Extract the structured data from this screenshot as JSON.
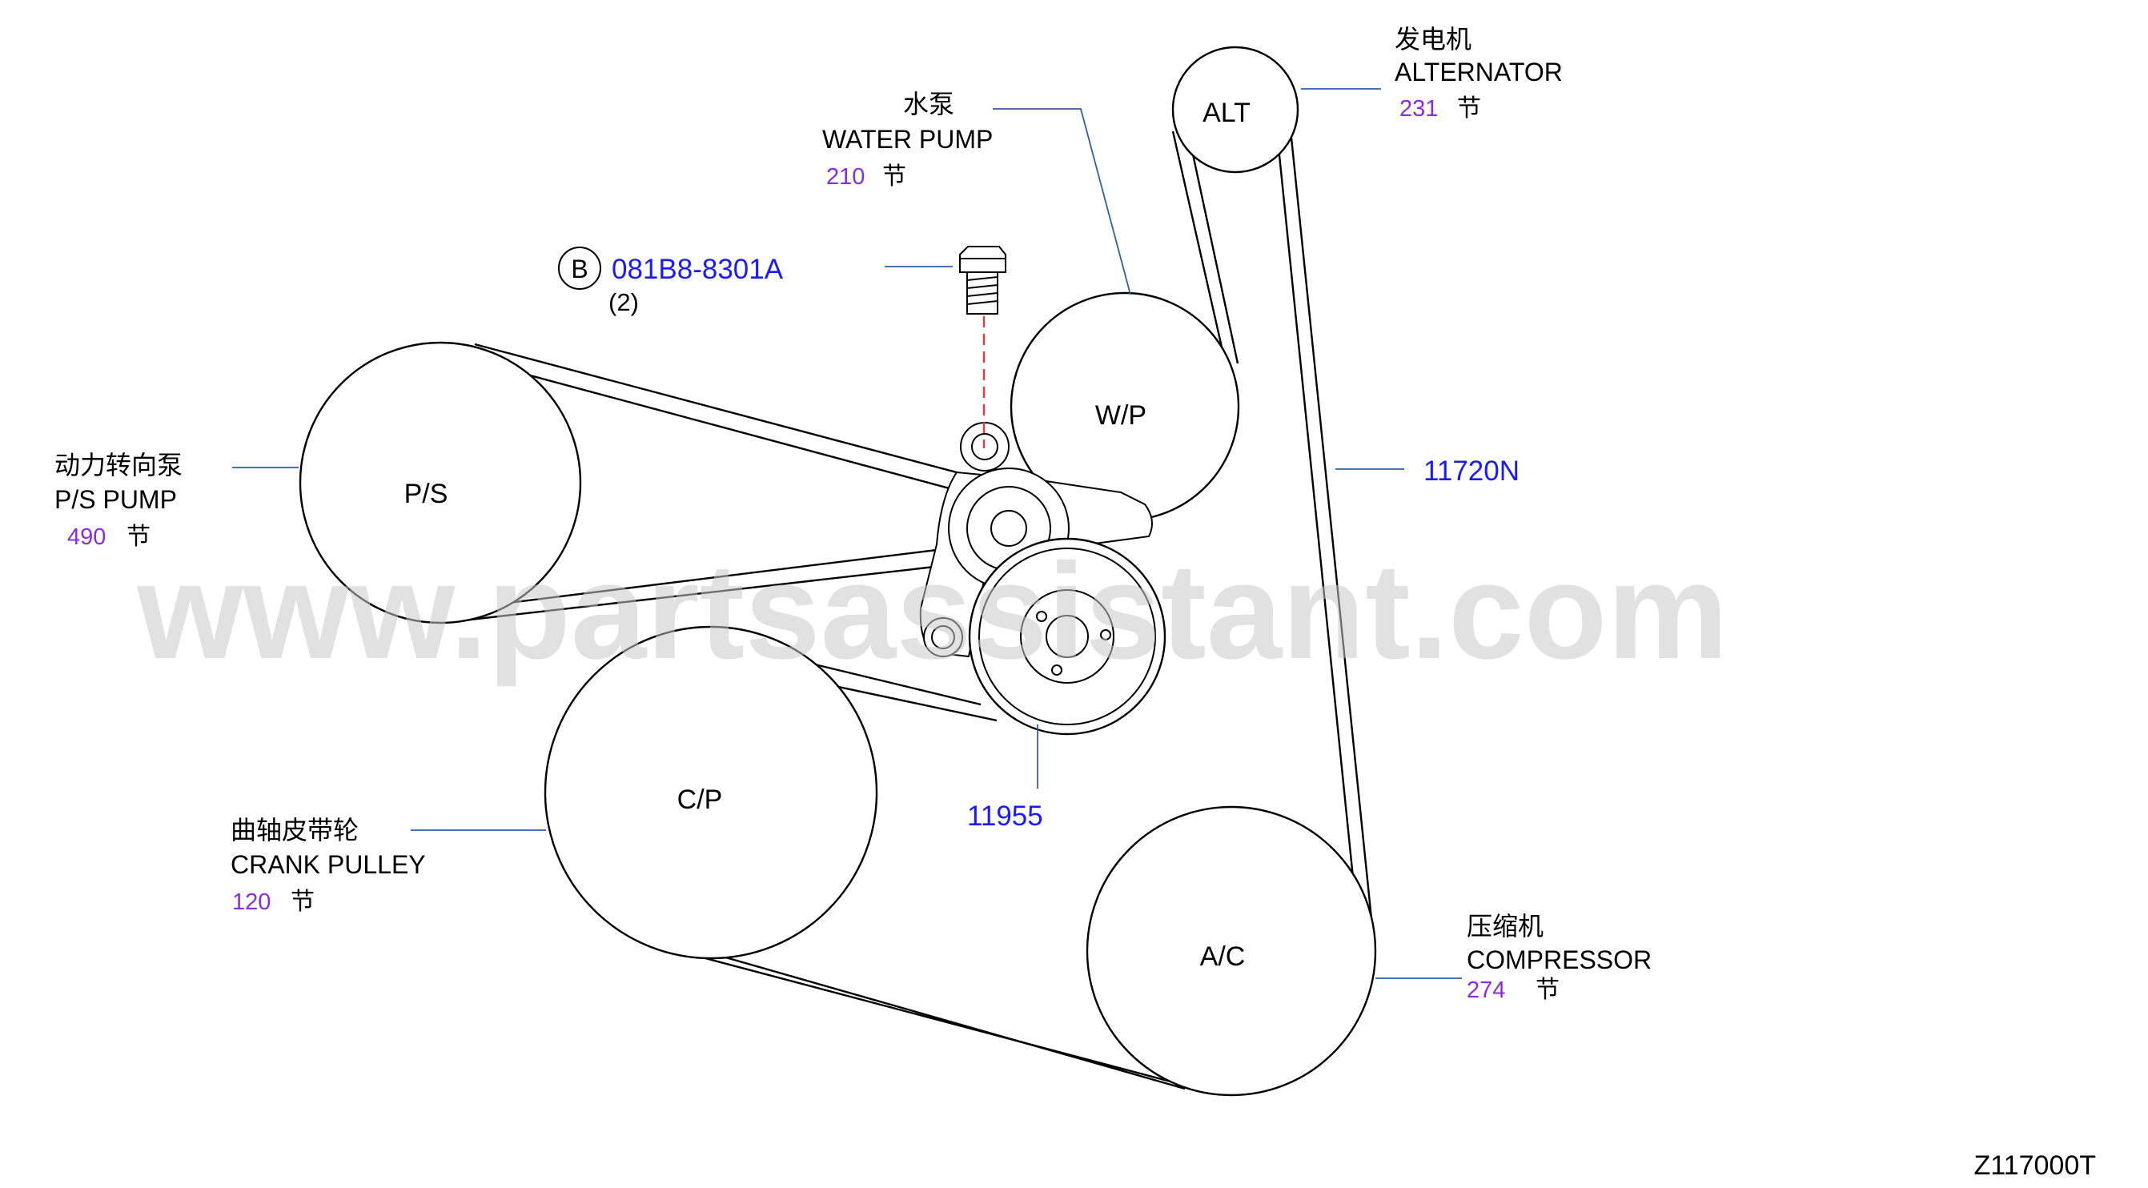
{
  "watermark": "www.partsassistant.com",
  "drawing_code": "Z117000T",
  "colors": {
    "part_number": "#1a1aff",
    "section": "#8a2be2",
    "leader": "#2c5fa8",
    "centerline": "#e23b3b",
    "line": "#000000",
    "watermark": "#cfcfcf"
  },
  "pulleys": {
    "alt": "ALT",
    "wp": "W/P",
    "ps": "P/S",
    "cp": "C/P",
    "ac": "A/C"
  },
  "components": {
    "alternator": {
      "cn": "发电机",
      "en": "ALTERNATOR",
      "section": "231",
      "jie": "节"
    },
    "water_pump": {
      "cn": "水泵",
      "en": "WATER  PUMP",
      "section": "210",
      "jie": "节"
    },
    "ps_pump": {
      "cn": "动力转向泵",
      "en": "P/S  PUMP",
      "section": "490",
      "jie": "节"
    },
    "crank_pulley": {
      "cn": "曲轴皮带轮",
      "en": "CRANK  PULLEY",
      "section": "120",
      "jie": "节"
    },
    "compressor": {
      "cn": "压缩机",
      "en": "COMPRESSOR",
      "section": "274",
      "jie": "节"
    }
  },
  "bolt": {
    "marker": "B",
    "part_number": "081B8-8301A",
    "qty": "(2)"
  },
  "belt_part_number": "11720N",
  "tensioner_part_number": "11955"
}
